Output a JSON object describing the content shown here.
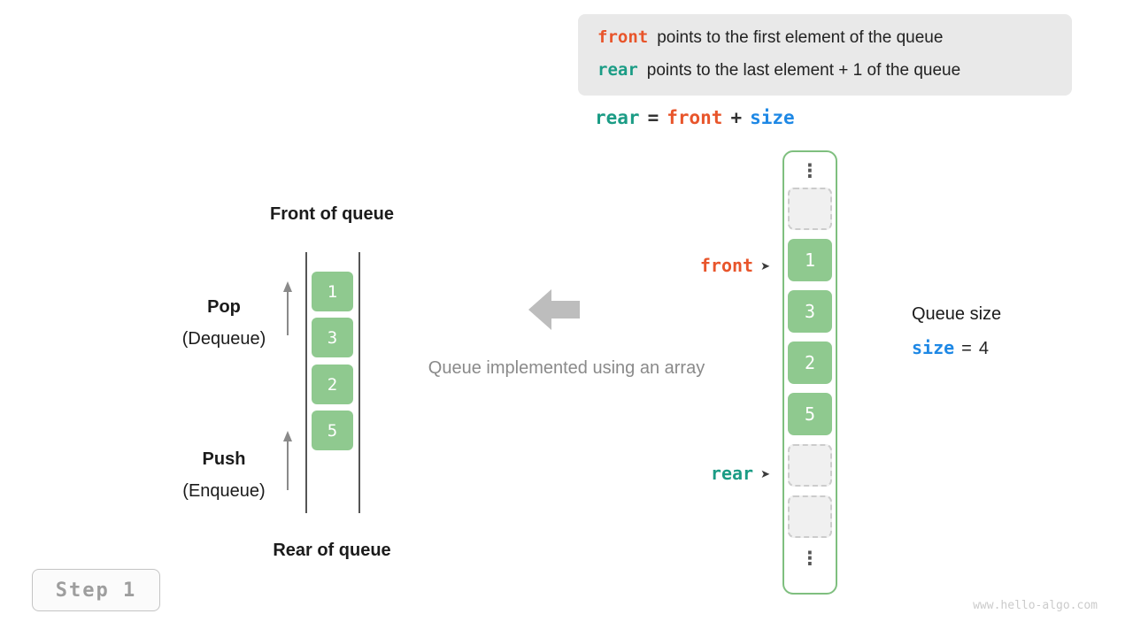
{
  "colors": {
    "green": "#8FC98F",
    "green_border": "#7FBF7F",
    "orange": "#E8552B",
    "teal": "#1B9C85",
    "blue": "#1E88E5",
    "gray_box": "#E9E9E9"
  },
  "info_box": {
    "line1_code": "front",
    "line1_text": "points to the first element of the queue",
    "line2_code": "rear",
    "line2_text": "points to the last element + 1 of the queue"
  },
  "formula": {
    "rear": "rear",
    "eq": "=",
    "front": "front",
    "plus": "+",
    "size": "size"
  },
  "left_queue": {
    "front_label": "Front of queue",
    "rear_label": "Rear of queue",
    "pop": "Pop",
    "pop_sub": "(Dequeue)",
    "push": "Push",
    "push_sub": "(Enqueue)",
    "values": [
      "1",
      "3",
      "2",
      "5"
    ]
  },
  "center": {
    "caption": "Queue implemented using an array"
  },
  "array": {
    "ellipsis": "⋮",
    "front_pointer": "front",
    "rear_pointer": "rear",
    "pointer_arrow": "➤",
    "cells": [
      {
        "value": "",
        "type": "empty"
      },
      {
        "value": "1",
        "type": "filled"
      },
      {
        "value": "3",
        "type": "filled"
      },
      {
        "value": "2",
        "type": "filled"
      },
      {
        "value": "5",
        "type": "filled"
      },
      {
        "value": "",
        "type": "empty"
      },
      {
        "value": "",
        "type": "empty"
      }
    ]
  },
  "queue_size": {
    "label": "Queue size",
    "code": "size",
    "eq": "=",
    "value": "4"
  },
  "step_badge": "Step 1",
  "watermark": "www.hello-algo.com"
}
